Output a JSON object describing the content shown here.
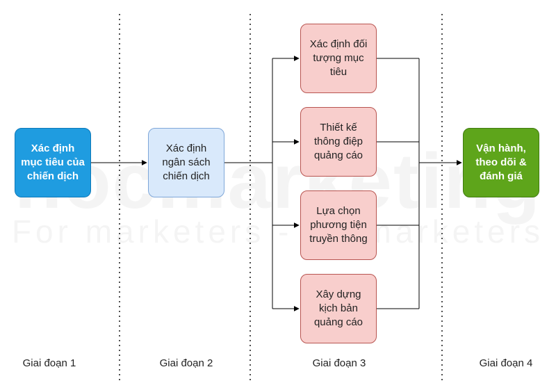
{
  "watermark": {
    "main": "hocmarketing",
    "sub": "For marketers - By marketers"
  },
  "nodes": {
    "goal": "Xác định\nmục tiêu của\nchiến dịch",
    "budget": "Xác định\nngân sách\nchiến dịch",
    "audience": "Xác định đối\ntượng mục\ntiêu",
    "message": "Thiết kế\nthông điệp\nquảng cáo",
    "media": "Lựa chọn\nphương tiện\ntruyền thông",
    "script": "Xây dựng\nkịch bản\nquảng cáo",
    "operate": "Vận hành,\ntheo dõi &\nđánh giá"
  },
  "stages": [
    "Giai đoạn 1",
    "Giai đoạn 2",
    "Giai đoạn 3",
    "Giai đoạn 4"
  ],
  "colors": {
    "line": "#000000",
    "divider": "#222222"
  }
}
